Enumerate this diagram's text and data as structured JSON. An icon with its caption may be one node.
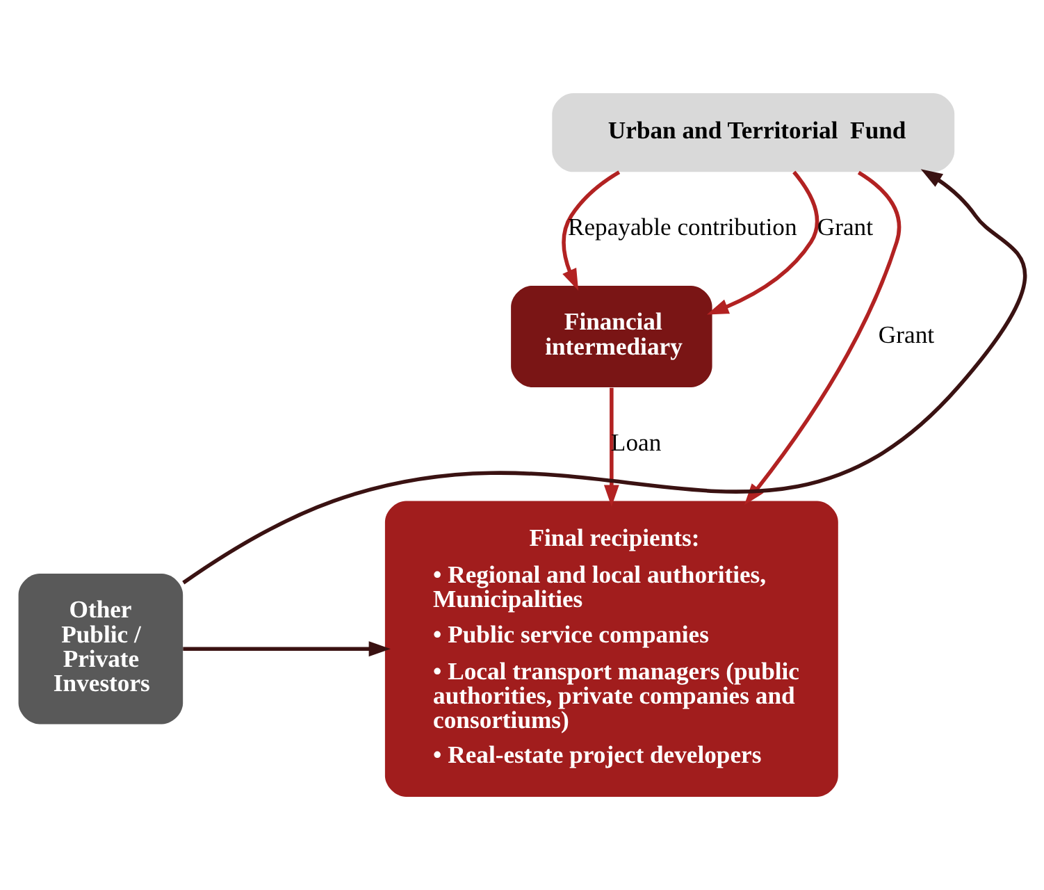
{
  "diagram": {
    "nodes": [
      {
        "text": [
          "Urban and Territorial  Fund"
        ]
      },
      {
        "text": [
          "Financial intermediary"
        ]
      },
      {
        "text": [
          "Final recipients:",
          "• Regional and local authorities, Municipalities",
          "• Public service companies",
          "• Local transport managers (public authorities, private companies and consortiums)",
          "• Real-estate project developers"
        ]
      },
      {
        "text": [
          "Other Public / Private Investors"
        ]
      }
    ],
    "edges": [
      {
        "from": 3,
        "to": 0,
        "arrow": "to",
        "color": "#3a1212"
      },
      {
        "from": 0,
        "to": 1,
        "label": "Repayable contribution",
        "arrow": "to"
      },
      {
        "from": 0,
        "to": 1,
        "label": "Grant",
        "arrow": "to"
      },
      {
        "from": 1,
        "to": 2,
        "label": "Loan",
        "arrow": "to"
      },
      {
        "from": 0,
        "to": 2,
        "label": "Grant",
        "arrow": "to"
      },
      {
        "from": 3,
        "to": 2,
        "arrow": "to",
        "color": "#3a1212"
      }
    ]
  }
}
